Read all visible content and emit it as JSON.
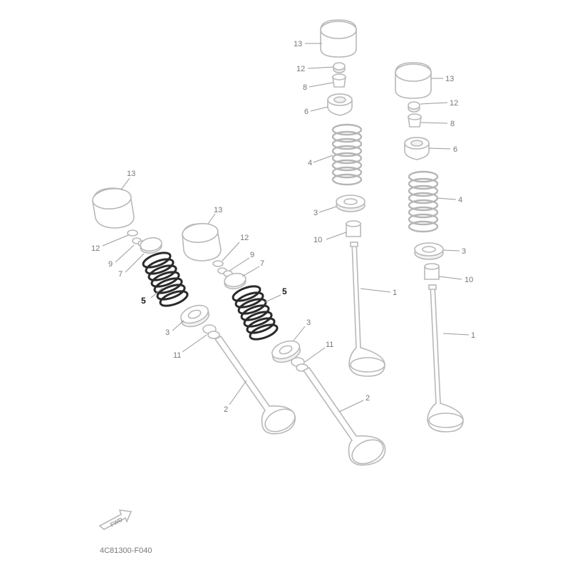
{
  "diagram": {
    "drawing_code": "4C81300-F040",
    "fwd_label": "FWD",
    "callouts": {
      "c13_topA": "13",
      "c12_topA": "12",
      "c8_topA": "8",
      "c6_topA": "6",
      "c4_topA": "4",
      "c3_topA": "3",
      "c10_topA": "10",
      "c1_topA": "1",
      "c13_topB": "13",
      "c12_topB": "12",
      "c8_topB": "8",
      "c6_topB": "6",
      "c4_topB": "4",
      "c3_topB": "3",
      "c10_topB": "10",
      "c1_topB": "1",
      "c13_leftA": "13",
      "c12_leftA": "12",
      "c9_leftA": "9",
      "c7_leftA": "7",
      "c5_leftA": "5",
      "c3_leftA": "3",
      "c11_leftA": "11",
      "c2_leftA": "2",
      "c13_leftB": "13",
      "c12_leftB": "12",
      "c9_leftB": "9",
      "c7_leftB": "7",
      "c5_leftB": "5",
      "c3_leftB": "3",
      "c11_leftB": "11",
      "c2_leftB": "2"
    },
    "highlighted_part": "5"
  }
}
